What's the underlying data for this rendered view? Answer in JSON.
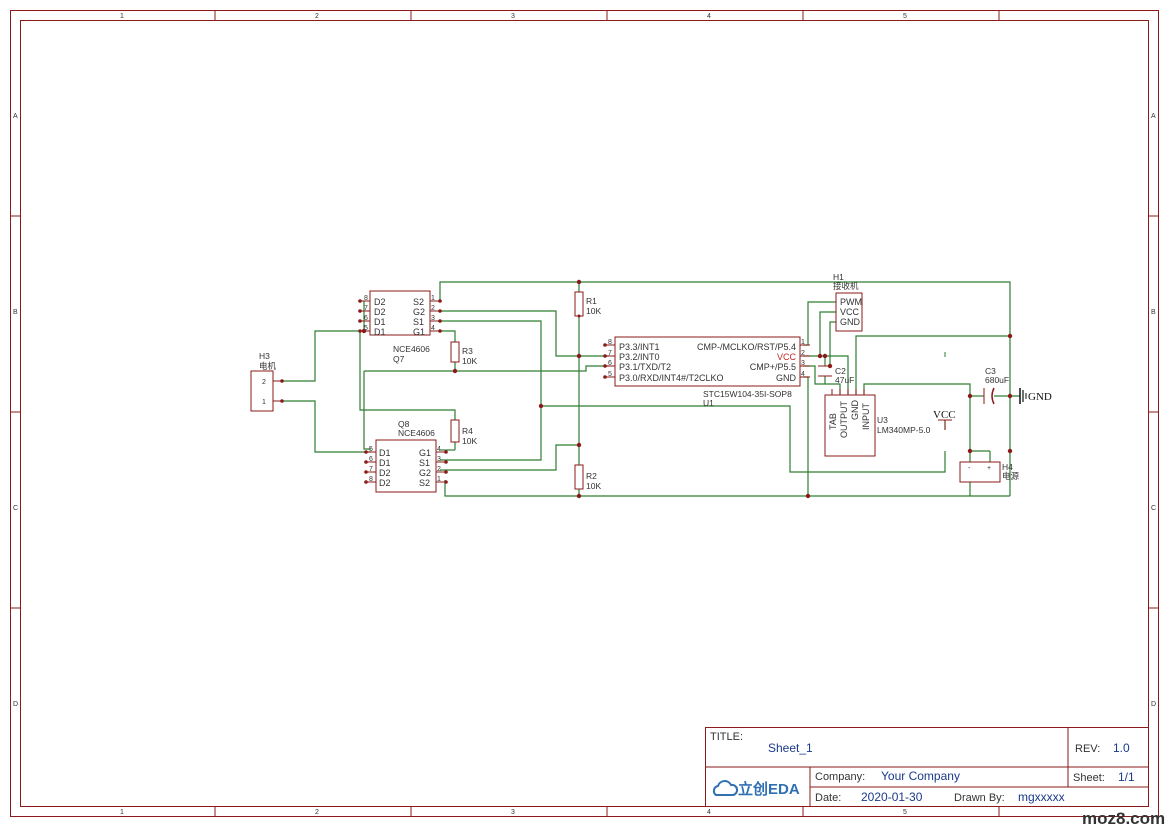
{
  "frame": {
    "col_labels": [
      "1",
      "2",
      "3",
      "4",
      "5"
    ],
    "row_labels": [
      "A",
      "B",
      "C",
      "D"
    ]
  },
  "components": {
    "q7": {
      "ref": "Q7",
      "part": "NCE4606",
      "left_pins": [
        "D2",
        "D2",
        "D1",
        "D1"
      ],
      "left_nums": [
        "8",
        "7",
        "6",
        "5"
      ],
      "right_pins": [
        "S2",
        "G2",
        "S1",
        "G1"
      ],
      "right_nums": [
        "1",
        "2",
        "3",
        "4"
      ]
    },
    "q8": {
      "ref": "Q8",
      "part": "NCE4606",
      "left_pins": [
        "D1",
        "D1",
        "D2",
        "D2"
      ],
      "left_nums": [
        "5",
        "6",
        "7",
        "8"
      ],
      "right_pins": [
        "G1",
        "S1",
        "G2",
        "S2"
      ],
      "right_nums": [
        "4",
        "3",
        "2",
        "1"
      ]
    },
    "u1": {
      "ref": "U1",
      "part": "STC15W104-35I-SOP8",
      "left_pins": [
        "P3.3/INT1",
        "P3.2/INT0",
        "P3.1/TXD/T2",
        "P3.0/RXD/INT4#/T2CLKO"
      ],
      "left_nums": [
        "8",
        "7",
        "6",
        "5"
      ],
      "right_pins": [
        "CMP-/MCLKO/RST/P5.4",
        "VCC",
        "CMP+/P5.5",
        "GND"
      ],
      "right_nums": [
        "1",
        "2",
        "3",
        "4"
      ]
    },
    "u3": {
      "ref": "U3",
      "part": "LM340MP-5.0",
      "pins": [
        "TAB",
        "OUTPUT",
        "GND",
        "INPUT"
      ]
    },
    "h1": {
      "ref": "H1",
      "name": "接收机",
      "pins": [
        "PWM",
        "VCC",
        "GND"
      ]
    },
    "h3": {
      "ref": "H3",
      "name": "电机",
      "pins": [
        "2",
        "1"
      ]
    },
    "h4": {
      "ref": "H4",
      "name": "电源",
      "pins": [
        "-",
        "+"
      ]
    },
    "r1": {
      "ref": "R1",
      "value": "10K"
    },
    "r2": {
      "ref": "R2",
      "value": "10K"
    },
    "r3": {
      "ref": "R3",
      "value": "10K"
    },
    "r4": {
      "ref": "R4",
      "value": "10K"
    },
    "c2": {
      "ref": "C2",
      "value": "47uF"
    },
    "c3": {
      "ref": "C3",
      "value": "680uF"
    },
    "vcc": {
      "label": "VCC"
    },
    "gnd": {
      "label": "GND"
    }
  },
  "title_block": {
    "title_label": "TITLE:",
    "title": "Sheet_1",
    "rev_label": "REV:",
    "rev": "1.0",
    "company_label": "Company:",
    "company": "Your Company",
    "sheet_label": "Sheet:",
    "sheet": "1/1",
    "date_label": "Date:",
    "date": "2020-01-30",
    "drawn_label": "Drawn By:",
    "drawn": "mgxxxxx",
    "logo": "立创EDA"
  },
  "watermark": "moz8.com",
  "colors": {
    "frame": "#8b1a1a",
    "wire": "#2e7d32",
    "value": "#1a3a8a",
    "logo": "#2f6fb3"
  }
}
